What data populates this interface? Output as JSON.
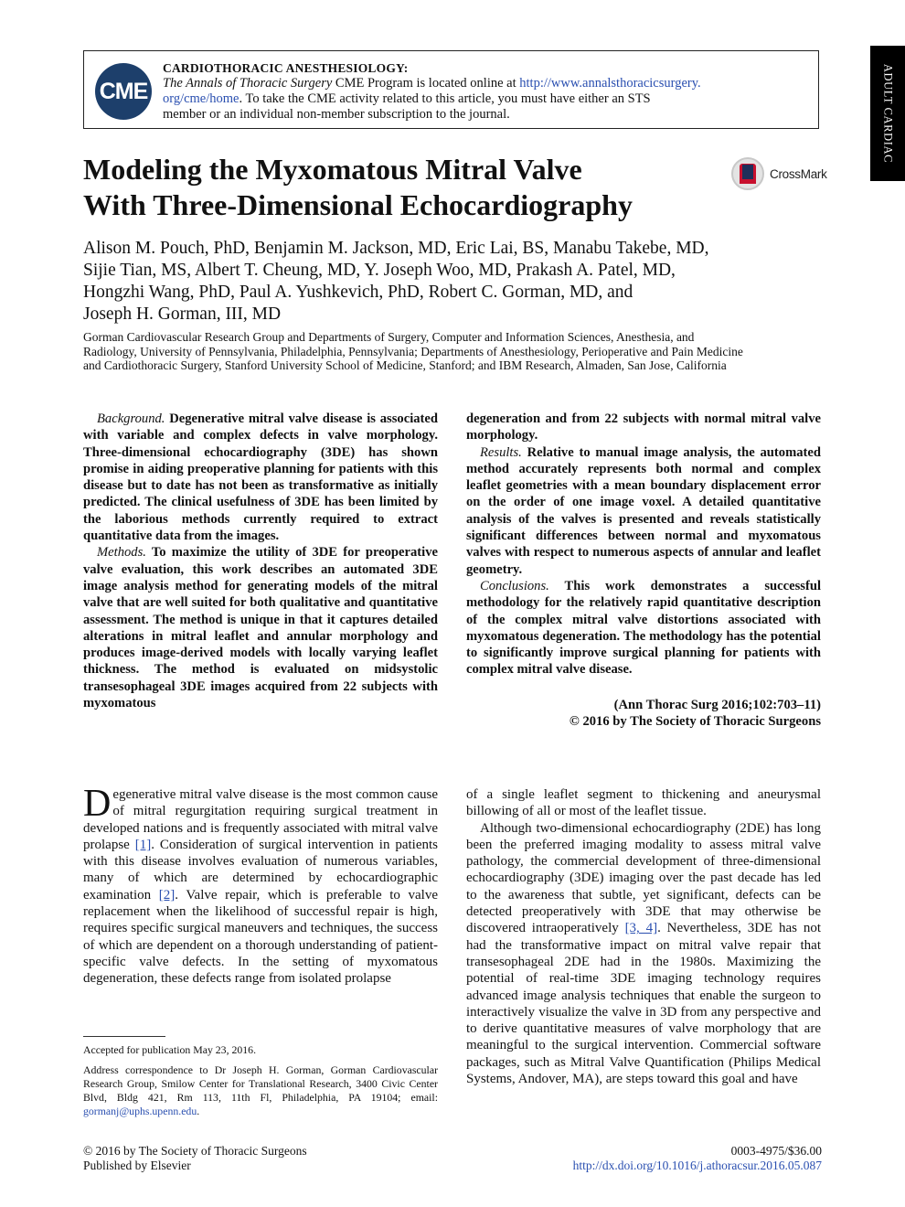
{
  "side_tab": "ADULT CARDIAC",
  "cme": {
    "logo_text": "CME",
    "heading": "CARDIOTHORACIC ANESTHESIOLOGY:",
    "journal": "The Annals of Thoracic Surgery",
    "line_a": " CME Program is located online at ",
    "url_part1": "http://www.annalsthoracicsurgery.",
    "url_part2": "org/cme/home",
    "line_b": ". To take the CME activity related to this article, you must have either an STS",
    "line_c": "member or an individual non-member subscription to the journal."
  },
  "title_line1": "Modeling the Myxomatous Mitral Valve",
  "title_line2": "With Three-Dimensional Echocardiography",
  "crossmark_label": "CrossMark",
  "authors": [
    "Alison M. Pouch, PhD, Benjamin M. Jackson, MD, Eric Lai, BS, Manabu Takebe, MD,",
    "Sijie Tian, MS, Albert T. Cheung, MD, Y. Joseph Woo, MD, Prakash A. Patel, MD,",
    "Hongzhi Wang, PhD, Paul A. Yushkevich, PhD, Robert C. Gorman, MD, and",
    "Joseph H. Gorman, III, MD"
  ],
  "affiliations": [
    "Gorman Cardiovascular Research Group and Departments of Surgery, Computer and Information Sciences, Anesthesia, and",
    "Radiology, University of Pennsylvania, Philadelphia, Pennsylvania; Departments of Anesthesiology, Perioperative and Pain Medicine",
    "and Cardiothoracic Surgery, Stanford University School of Medicine, Stanford; and IBM Research, Almaden, San Jose, California"
  ],
  "abstract": {
    "background_label": "Background.",
    "background": " Degenerative mitral valve disease is associated with variable and complex defects in valve morphology. Three-dimensional echocardiography (3DE) has shown promise in aiding preoperative planning for patients with this disease but to date has not been as transformative as initially predicted. The clinical usefulness of 3DE has been limited by the laborious methods currently required to extract quantitative data from the images.",
    "methods_label": "Methods.",
    "methods": " To maximize the utility of 3DE for preoperative valve evaluation, this work describes an automated 3DE image analysis method for generating models of the mitral valve that are well suited for both qualitative and quantitative assessment. The method is unique in that it captures detailed alterations in mitral leaflet and annular morphology and produces image-derived models with locally varying leaflet thickness. The method is evaluated on midsystolic transesophageal 3DE images acquired from 22 subjects with myxomatous",
    "methods_cont": "degeneration and from 22 subjects with normal mitral valve morphology.",
    "results_label": "Results.",
    "results": " Relative to manual image analysis, the automated method accurately represents both normal and complex leaflet geometries with a mean boundary displacement error on the order of one image voxel. A detailed quantitative analysis of the valves is presented and reveals statistically significant differences between normal and myxomatous valves with respect to numerous aspects of annular and leaflet geometry.",
    "conclusions_label": "Conclusions.",
    "conclusions": " This work demonstrates a successful methodology for the relatively rapid quantitative description of the complex mitral valve distortions associated with myxomatous degeneration. The methodology has the potential to significantly improve surgical planning for patients with complex mitral valve disease."
  },
  "citation_line1": "(Ann Thorac Surg 2016;102:703–11)",
  "citation_line2": "© 2016 by The Society of Thoracic Surgeons",
  "body": {
    "dropcap": "D",
    "p1_a": "egenerative mitral valve disease is the most common cause of mitral regurgitation requiring surgical treatment in developed nations and is frequently associated with mitral valve prolapse ",
    "ref1": "[1]",
    "p1_b": ". Consideration of surgical intervention in patients with this disease involves evaluation of numerous variables, many of which are determined by echocardiographic examination ",
    "ref2": "[2]",
    "p1_c": ". Valve repair, which is preferable to valve replacement when the likelihood of successful repair is high, requires specific surgical maneuvers and techniques, the success of which are dependent on a thorough understanding of patient-specific valve defects. In the setting of myxomatous degeneration, these defects range from isolated prolapse",
    "p1_cont": "of a single leaflet segment to thickening and aneurysmal billowing of all or most of the leaflet tissue.",
    "p2_a": "Although two-dimensional echocardiography (2DE) has long been the preferred imaging modality to assess mitral valve pathology, the commercial development of three-dimensional echocardiography (3DE) imaging over the past decade has led to the awareness that subtle, yet significant, defects can be detected preoperatively with 3DE that may otherwise be discovered intraoperatively ",
    "ref34": "[3, 4]",
    "p2_b": ". Nevertheless, 3DE has not had the transformative impact on mitral valve repair that transesophageal 2DE had in the 1980s. Maximizing the potential of real-time 3DE imaging technology requires advanced image analysis techniques that enable the surgeon to interactively visualize the valve in 3D from any perspective and to derive quantitative measures of valve morphology that are meaningful to the surgical intervention. Commercial software packages, such as Mitral Valve Quantification (Philips Medical Systems, Andover, MA), are steps toward this goal and have"
  },
  "footnotes": {
    "accepted": "Accepted for publication May 23, 2016.",
    "address": "Address correspondence to Dr Joseph H. Gorman, Gorman Cardiovascular Research Group, Smilow Center for Translational Research, 3400 Civic Center Blvd, Bldg 421, Rm 113, 11th Fl, Philadelphia, PA  19104; email: ",
    "email": "gormanj@uphs.upenn.edu",
    "address_end": "."
  },
  "footer": {
    "copyright": "© 2016 by The Society of Thoracic Surgeons",
    "publisher": "Published by Elsevier",
    "issn": "0003-4975/$36.00",
    "doi": "http://dx.doi.org/10.1016/j.athoracsur.2016.05.087"
  }
}
